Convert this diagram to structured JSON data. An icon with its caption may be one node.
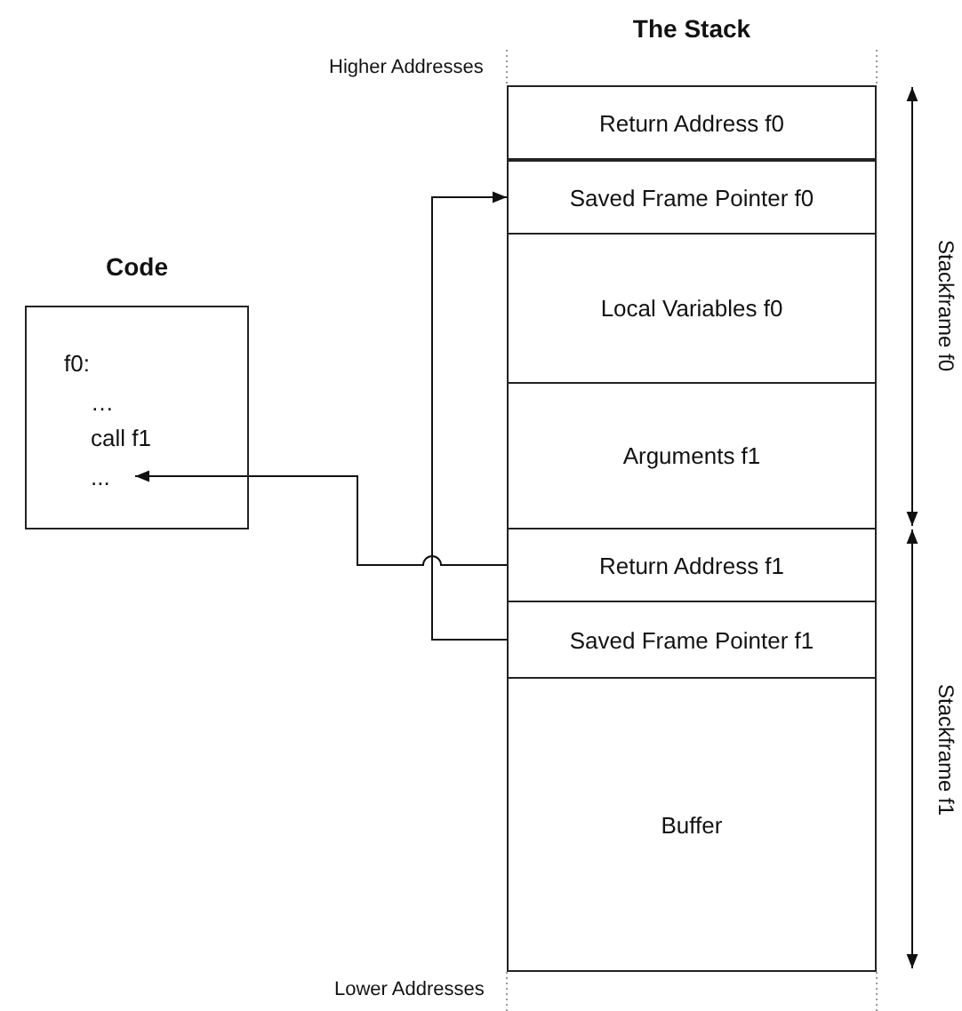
{
  "diagram": {
    "nodes": [
      {
        "text": [
          "Code"
        ]
      },
      {
        "text": [
          "f0:"
        ],
        "in": 0
      },
      {
        "text": [
          "…"
        ],
        "in": 0
      },
      {
        "text": [
          "call f1"
        ],
        "in": 0
      },
      {
        "text": [
          "..."
        ],
        "in": 0
      },
      {
        "text": [
          "The Stack"
        ]
      },
      {
        "text": [
          "Return Address f0"
        ],
        "in": 5
      },
      {
        "text": [
          "Saved Frame Pointer f0"
        ],
        "in": 5
      },
      {
        "text": [
          "Local Variables f0"
        ],
        "in": 5
      },
      {
        "text": [
          "Arguments f1"
        ],
        "in": 5
      },
      {
        "text": [
          "Return Address f1"
        ],
        "in": 5
      },
      {
        "text": [
          "Saved Frame Pointer f1"
        ],
        "in": 5
      },
      {
        "text": [
          "Buffer"
        ],
        "in": 5
      }
    ],
    "edges": [
      {
        "from": 11,
        "to": 7,
        "arrow": "to"
      },
      {
        "from": 10,
        "to": 4,
        "arrow": "to"
      }
    ],
    "labels": [
      "Higher Addresses",
      "Stackframe f0",
      "Stackframe f1",
      "Lower Addresses"
    ]
  }
}
